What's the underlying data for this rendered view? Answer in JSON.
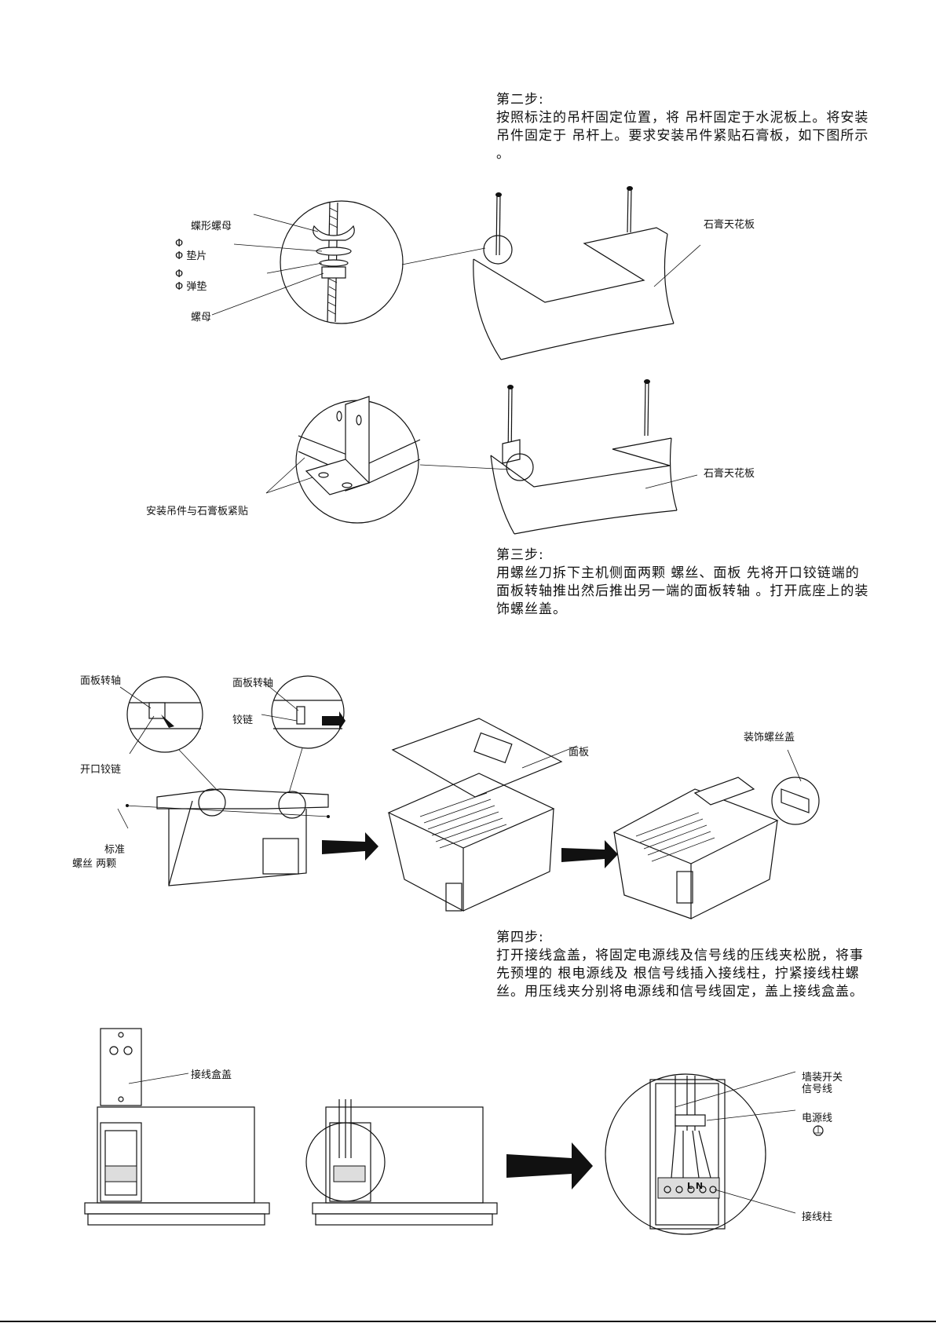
{
  "step2": {
    "title": "第二步:",
    "body": "按照标注的吊杆固定位置，将 吊杆固定于水泥板上。将安装吊件固定于 吊杆上。要求安装吊件紧贴石膏板，如下图所示 。"
  },
  "step3": {
    "title": "第三步:",
    "body": "用螺丝刀拆下主机侧面两颗 螺丝、面板 先将开口铰链端的面板转轴推出然后推出另一端的面板转轴 。打开底座上的装饰螺丝盖。"
  },
  "step4": {
    "title": "第四步:",
    "body": "打开接线盒盖，将固定电源线及信号线的压线夹松脱，将事先预埋的 根电源线及 根信号线插入接线柱，拧紧接线柱螺丝。用压线夹分别将电源线和信号线固定，盖上接线盒盖。"
  },
  "labels": {
    "wing_nut": "蝶形螺母",
    "phi1": "Φ",
    "washer": "Φ  垫片",
    "phi2": "Φ",
    "spring_washer": "Φ  弹垫",
    "nut": "螺母",
    "gypsum1": "石膏天花板",
    "gypsum2": "石膏天花板",
    "bracket_note": "安装吊件与石膏板紧贴",
    "panel_shaft1": "面板转轴",
    "panel_shaft2": "面板转轴",
    "hinge": "铰链",
    "open_hinge": "开口铰链",
    "std_screw_a": "标准",
    "std_screw_b": "螺丝 两颗",
    "panel": "面板",
    "deco_cap": "装饰螺丝盖",
    "junction_cover": "接线盒盖",
    "wall_switch": "墙装开关",
    "signal_wire": "信号线",
    "power_wire": "电源线",
    "terminal": "接线柱",
    "terminal_letters": "L  N"
  }
}
